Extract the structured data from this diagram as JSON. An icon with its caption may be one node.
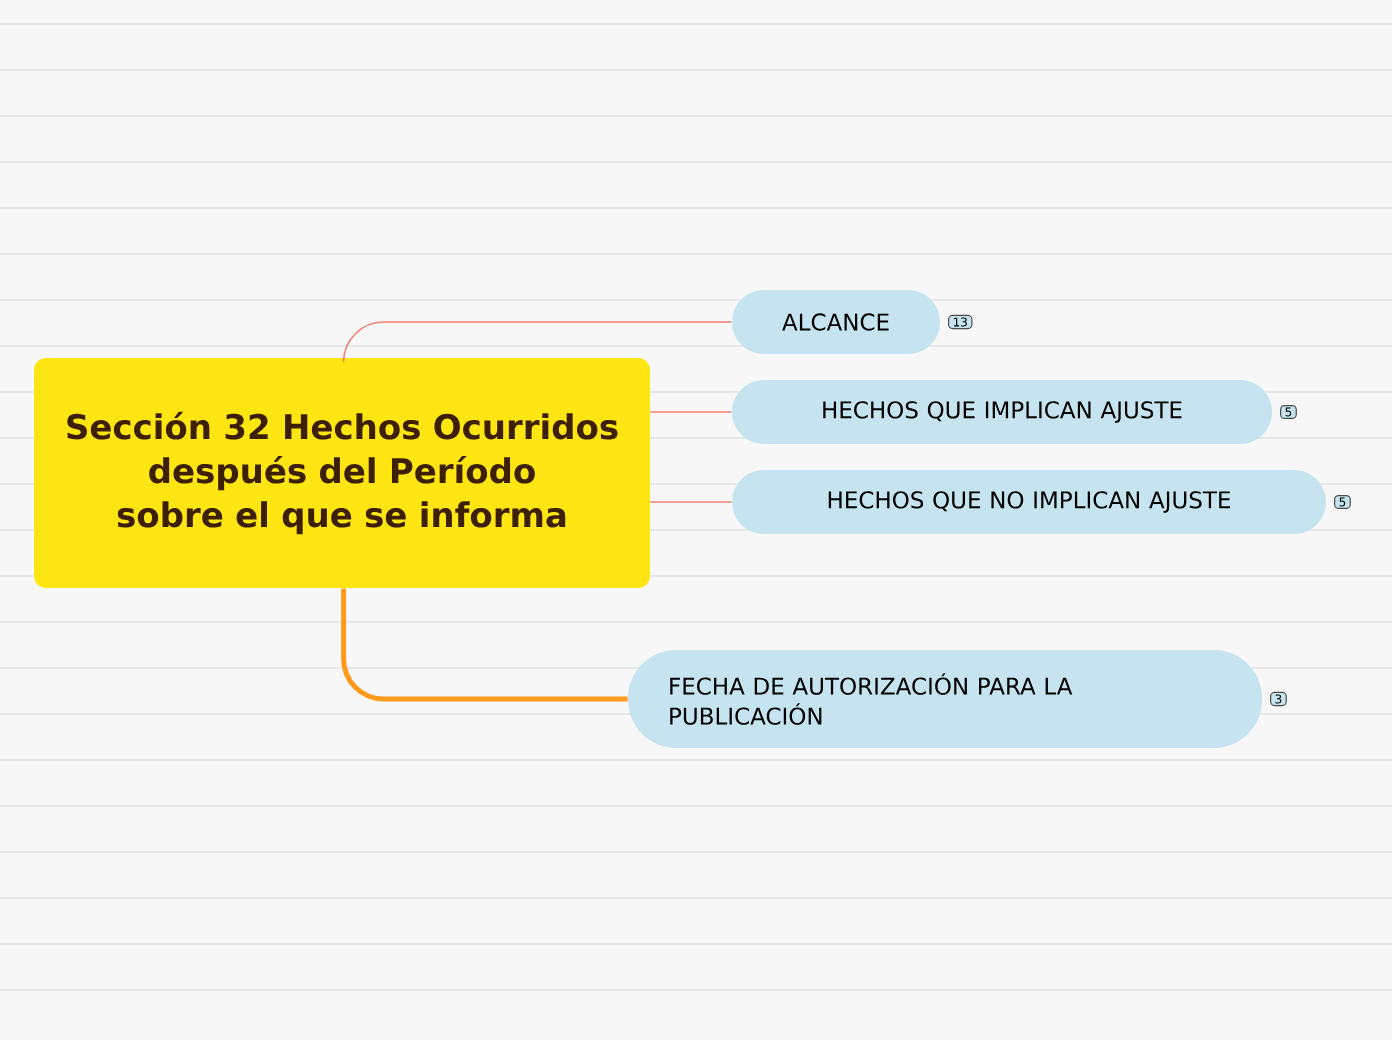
{
  "diagram": {
    "nodes": [
      {
        "text": [
          "Sección 32 Hechos Ocurridos después del Período sobre el que se informa"
        ]
      },
      {
        "text": [
          "ALCANCE"
        ],
        "beside": [
          "13"
        ]
      },
      {
        "text": [
          "HECHOS QUE IMPLICAN AJUSTE"
        ],
        "beside": [
          "5"
        ]
      },
      {
        "text": [
          "HECHOS QUE NO IMPLICAN AJUSTE"
        ],
        "beside": [
          "5"
        ]
      },
      {
        "text": [
          "FECHA DE AUTORIZACIÓN PARA LA PUBLICACIÓN"
        ],
        "beside": [
          "3"
        ]
      }
    ],
    "edges": [
      {
        "from": 0,
        "to": 1,
        "arrow": "none"
      },
      {
        "from": 0,
        "to": 2,
        "arrow": "none"
      },
      {
        "from": 0,
        "to": 3,
        "arrow": "none"
      },
      {
        "from": 0,
        "to": 4,
        "arrow": "none",
        "style": "thick",
        "color": "#ff9a1a"
      }
    ]
  }
}
